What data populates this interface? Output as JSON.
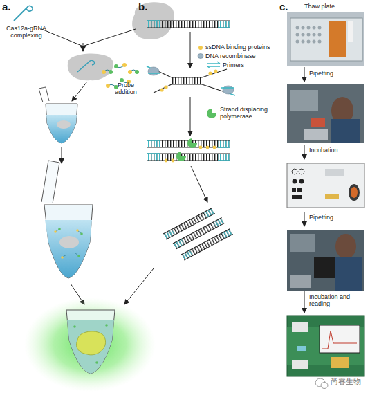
{
  "diagram": {
    "labels": [
      "a.",
      "Cas12a-gRNA complexing",
      "Probe addition",
      "b.",
      "ssDNA binding proteins",
      "DNA recombinase",
      "Primers",
      "Strand displacing polymerase",
      "c.",
      "Thaw plate",
      "Pipetting",
      "Incubation",
      "Pipetting",
      "Incubation and reading",
      "尚睿生物"
    ]
  }
}
